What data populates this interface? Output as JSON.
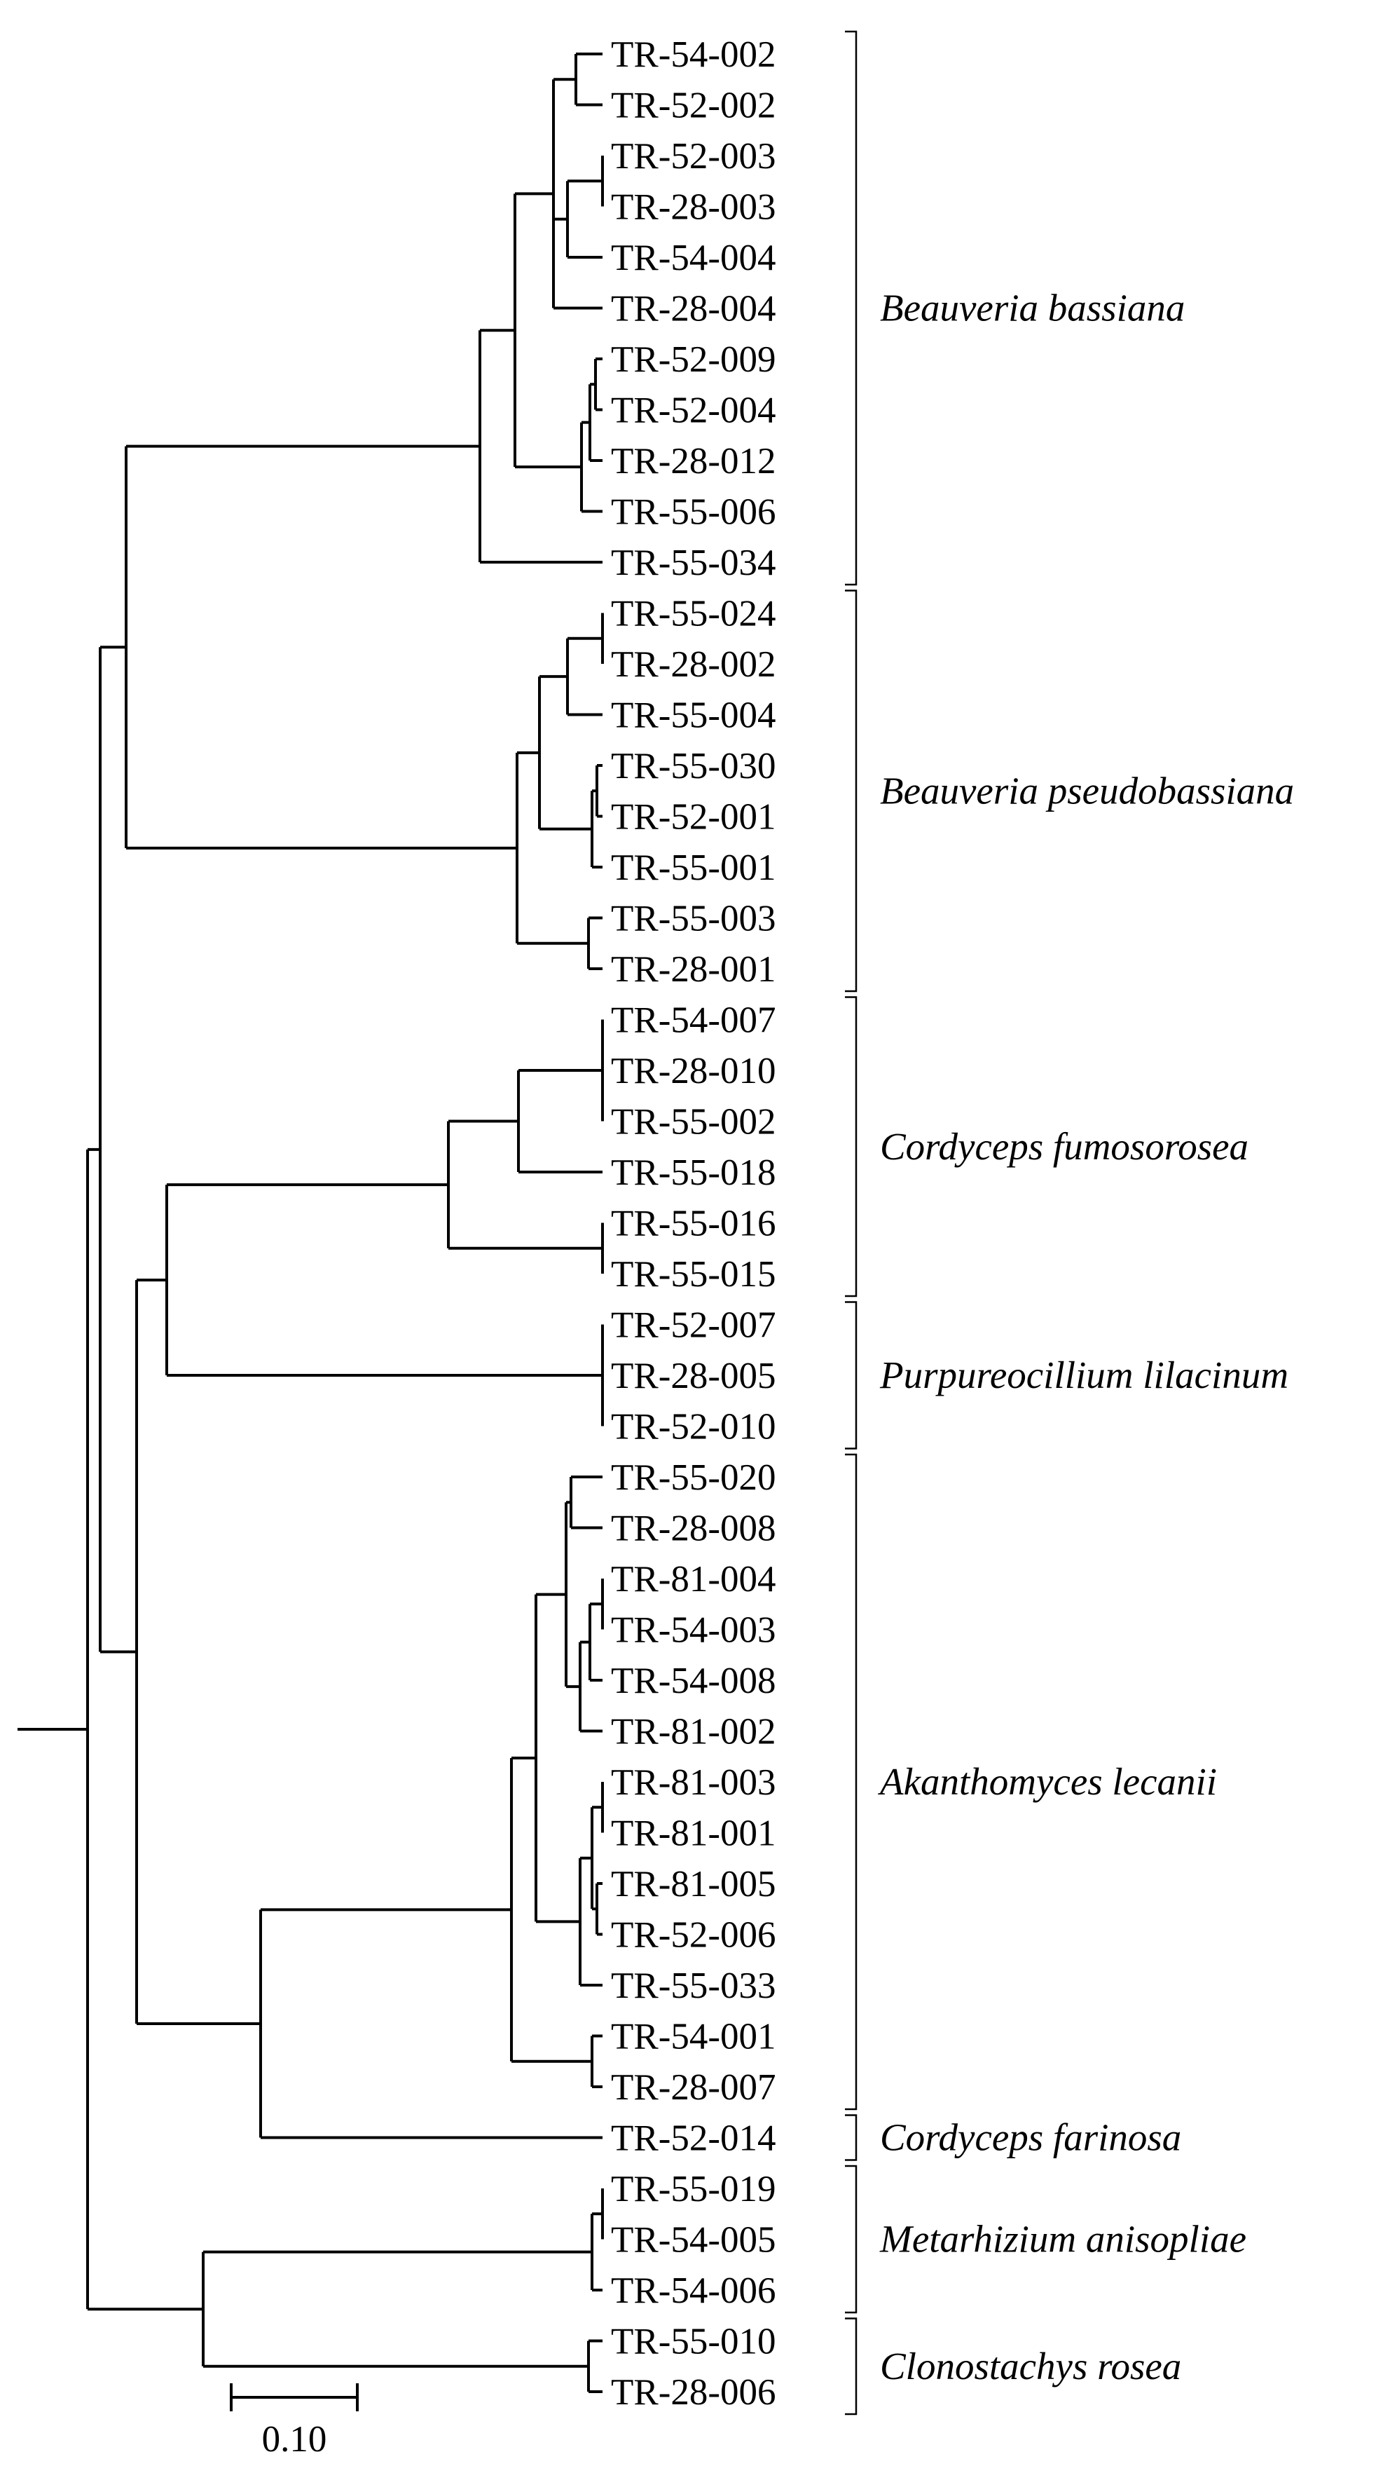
{
  "tree": {
    "leaves": [
      "TR-54-002",
      "TR-52-002",
      "TR-52-003",
      "TR-28-003",
      "TR-54-004",
      "TR-28-004",
      "TR-52-009",
      "TR-52-004",
      "TR-28-012",
      "TR-55-006",
      "TR-55-034",
      "TR-55-024",
      "TR-28-002",
      "TR-55-004",
      "TR-55-030",
      "TR-52-001",
      "TR-55-001",
      "TR-55-003",
      "TR-28-001",
      "TR-54-007",
      "TR-28-010",
      "TR-55-002",
      "TR-55-018",
      "TR-55-016",
      "TR-55-015",
      "TR-52-007",
      "TR-28-005",
      "TR-52-010",
      "TR-55-020",
      "TR-28-008",
      "TR-81-004",
      "TR-54-003",
      "TR-54-008",
      "TR-81-002",
      "TR-81-003",
      "TR-81-001",
      "TR-81-005",
      "TR-52-006",
      "TR-55-033",
      "TR-54-001",
      "TR-28-007",
      "TR-52-014",
      "TR-55-019",
      "TR-54-005",
      "TR-54-006",
      "TR-55-010",
      "TR-28-006"
    ],
    "clades": [
      {
        "name": "Beauveria bassiana",
        "first": 0,
        "last": 10
      },
      {
        "name": "Beauveria pseudobassiana",
        "first": 11,
        "last": 18
      },
      {
        "name": "Cordyceps fumosorosea",
        "first": 19,
        "last": 24
      },
      {
        "name": "Purpureocillium lilacinum",
        "first": 25,
        "last": 27
      },
      {
        "name": "Akanthomyces lecanii",
        "first": 28,
        "last": 40
      },
      {
        "name": "Cordyceps farinosa",
        "first": 41,
        "last": 41
      },
      {
        "name": "Metarhizium anisopliae",
        "first": 42,
        "last": 44
      },
      {
        "name": "Clonostachys rosea",
        "first": 45,
        "last": 46
      }
    ],
    "scale_bar": {
      "length": 0.1,
      "label": "0.10"
    }
  }
}
